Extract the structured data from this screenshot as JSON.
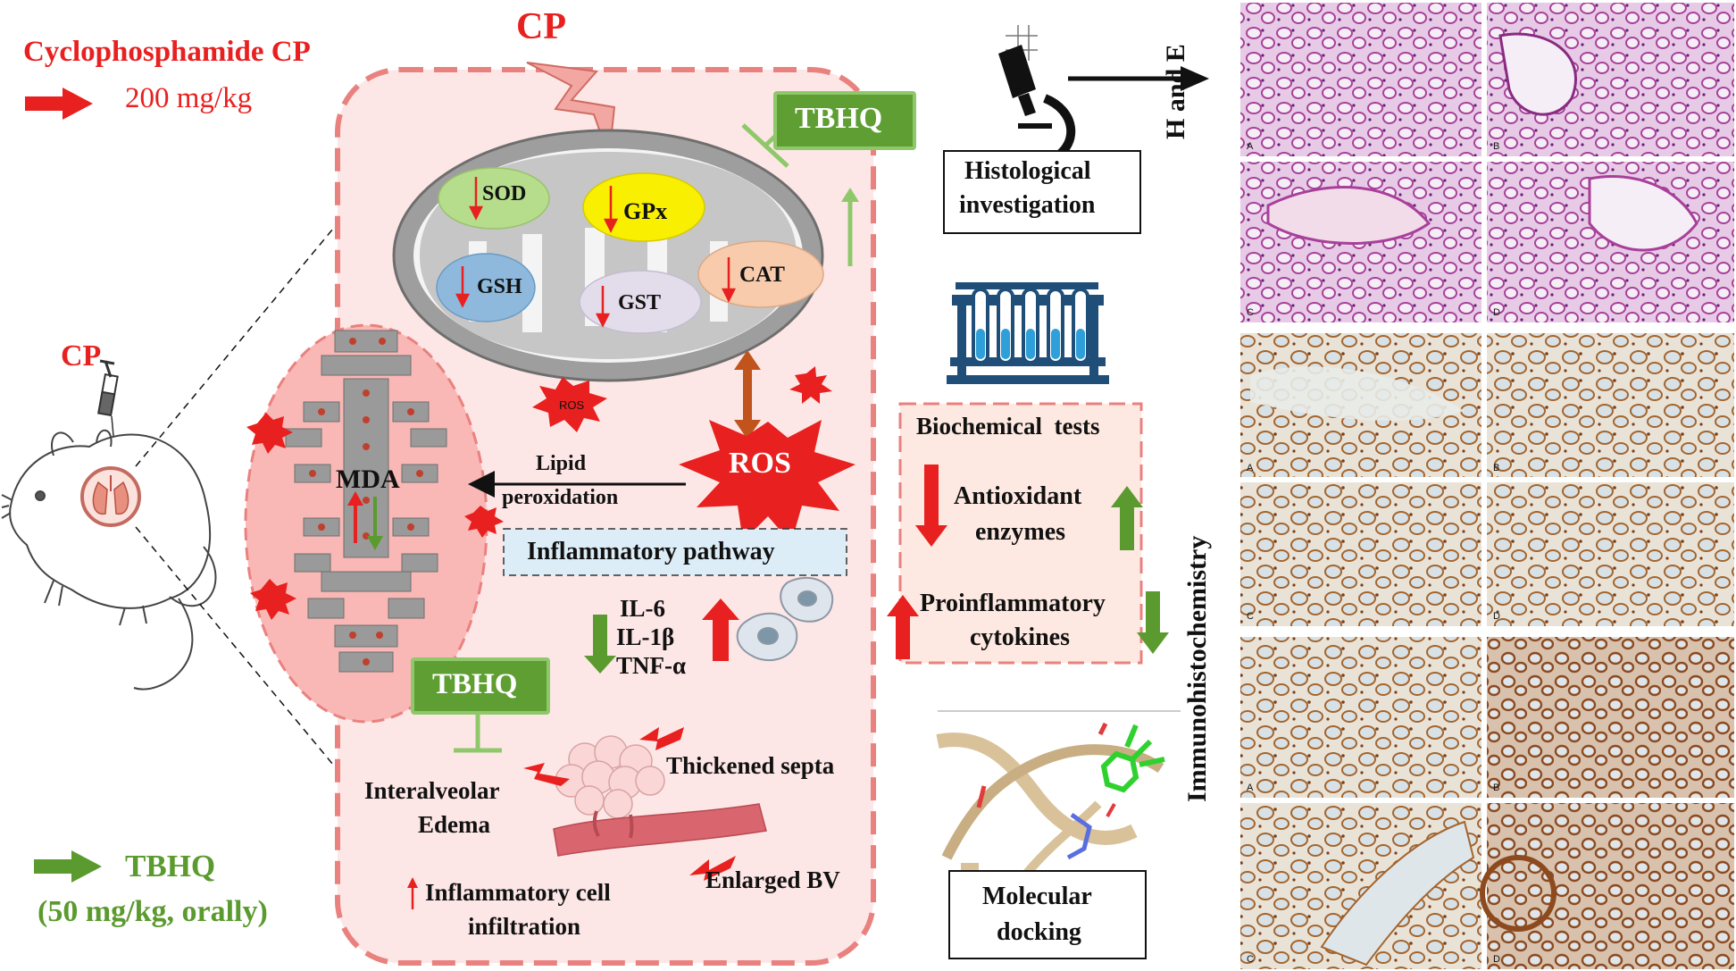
{
  "legend": {
    "cp_title": "Cyclophosphamide CP",
    "cp_dose": "200 mg/kg",
    "tbhq_title": "TBHQ",
    "tbhq_dose": "(50 mg/kg, orally)"
  },
  "mouse": {
    "cp_label": "CP"
  },
  "cell": {
    "cp_top": "CP",
    "tbhq_top": "TBHQ",
    "tbhq_bottom": "TBHQ",
    "enzymes": {
      "sod": "SOD",
      "gpx": "GPx",
      "gsh": "GSH",
      "gst": "GST",
      "cat": "CAT"
    },
    "ros_small": "ROS",
    "ros_big": "ROS",
    "mda": "MDA",
    "lipid_1": "Lipid",
    "lipid_2": "peroxidation",
    "inflammatory_pathway": "Inflammatory pathway",
    "cytokines": [
      "IL-6",
      "IL-1β",
      "TNF-α"
    ],
    "lesions": {
      "interalveolar_1": "Interalveolar",
      "interalveolar_2": "Edema",
      "thickened": "Thickened septa",
      "enlarged": "Enlarged BV",
      "infiltration_1": "Inflammatory cell",
      "infiltration_2": "infiltration"
    }
  },
  "methods": {
    "histology_1": "Histological",
    "histology_2": "investigation",
    "biochem_title": "Biochemical  tests",
    "antiox_1": "Antioxidant",
    "antiox_2": "enzymes",
    "proinf_1": "Proinflammatory",
    "proinf_2": "cytokines",
    "docking_1": "Molecular",
    "docking_2": "docking"
  },
  "micrographs": {
    "he_label": "H and E",
    "ihc_label": "Immunohistochemistry",
    "panel_letters": [
      "A",
      "B",
      "C",
      "D"
    ]
  },
  "colors": {
    "red": "#e8201f",
    "green": "#5b9a2e",
    "tbhq_box": "#5e9e32",
    "cell_fill": "#fde7e6",
    "cell_border": "#e9817f"
  }
}
